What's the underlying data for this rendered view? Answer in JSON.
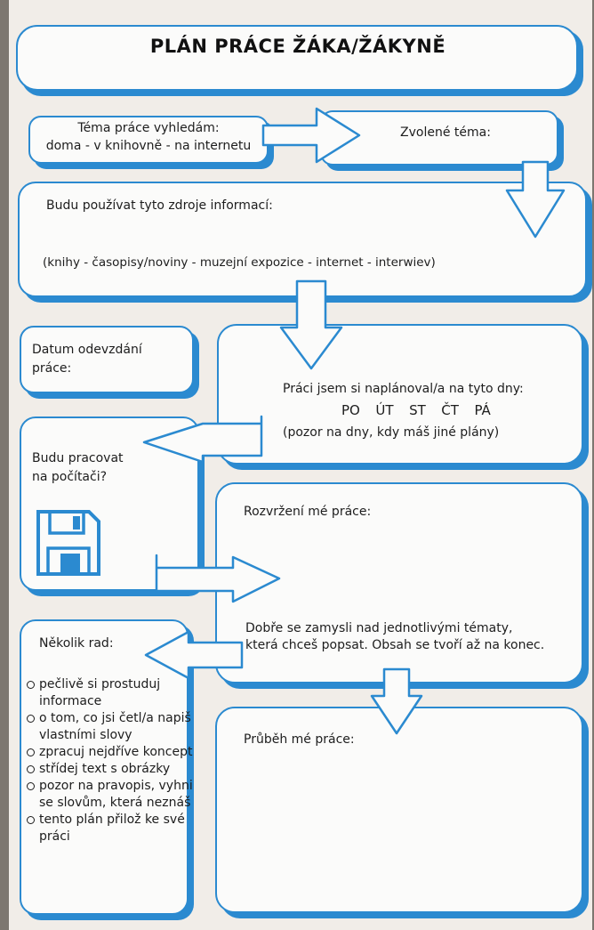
{
  "title": "PLÁN PRÁCE ŽÁKA/ŽÁKYNĚ",
  "search_topic": {
    "line1": "Téma práce vyhledám:",
    "line2": "doma - v knihovně - na internetu"
  },
  "chosen_topic": {
    "label": "Zvolené téma:"
  },
  "sources": {
    "label": "Budu používat tyto zdroje informací:",
    "options": "(knihy - časopisy/noviny - muzejní expozice - internet - interwiev)"
  },
  "deadline": {
    "line1": "Datum odevzdání",
    "line2": "práce:"
  },
  "planned_days": {
    "label": "Práci jsem si naplánoval/a na tyto dny:",
    "days": "PO  ÚT  ST  ČT  PÁ",
    "note": "(pozor na dny, kdy máš jiné plány)"
  },
  "computer": {
    "line1": "Budu pracovat",
    "line2": "na počítači?",
    "icon": "floppy-disk-icon"
  },
  "layout_of_work": {
    "label": "Rozvržení mé práce:",
    "hint_line1": "Dobře se zamysli nad jednotlivými tématy,",
    "hint_line2": "která chceš popsat. Obsah se tvoří až na konec."
  },
  "tips": {
    "label": "Několik rad:",
    "items": [
      "pečlivě si prostuduj informace",
      "o tom, co jsi četl/a napiš vlastními slovy",
      "zpracuj nejdříve koncept",
      "střídej text s obrázky",
      "pozor na pravopis, vyhni se slovům, která neznáš",
      "tento plán přilož ke své práci"
    ]
  },
  "progress": {
    "label": "Průběh mé práce:"
  },
  "colors": {
    "accent": "#2b8ad0",
    "box_fill": "#fbfbfa"
  }
}
